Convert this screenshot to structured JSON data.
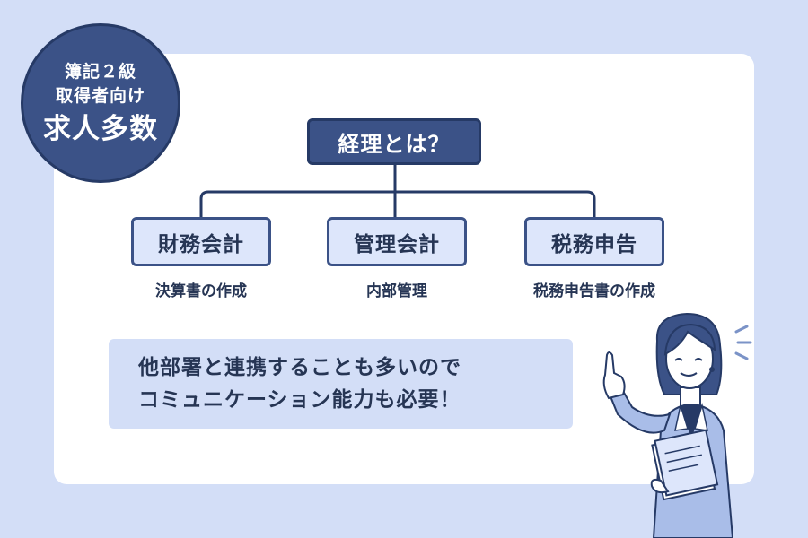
{
  "badge": {
    "line1": "簿記２級",
    "line2": "取得者向け",
    "line3": "求人多数"
  },
  "diagram": {
    "root": "経理とは？",
    "children": [
      {
        "title": "財務会計",
        "subtitle": "決算書の作成"
      },
      {
        "title": "管理会計",
        "subtitle": "内部管理"
      },
      {
        "title": "税務申告",
        "subtitle": "税務申告書の作成"
      }
    ]
  },
  "note": {
    "line1": "他部署と連携することも多いので",
    "line2": "コミュニケーション能力も必要！"
  },
  "colors": {
    "background": "#d3def7",
    "card": "#ffffff",
    "navy": "#3b5287",
    "navy_dark": "#263a66",
    "child_fill": "#dde6fb",
    "text": "#263554"
  },
  "icons": {
    "illustration": "businesswoman-pointing-icon"
  }
}
